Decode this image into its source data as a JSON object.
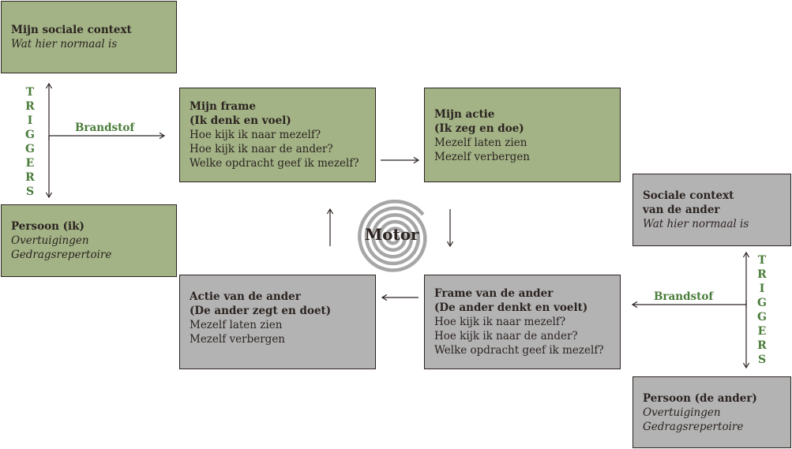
{
  "colors": {
    "green": "#a3b386",
    "gray": "#b3b3b3",
    "accent": "#4a7c3a"
  },
  "social_me": {
    "title": "Mijn sociale context",
    "sub": "Wat hier normaal is"
  },
  "person_me": {
    "title": "Persoon (ik)",
    "lines": [
      "Overtuigingen",
      "Gedragsrepertoire"
    ]
  },
  "frame_me": {
    "title": "Mijn frame",
    "subtitle": "(Ik denk en voel)",
    "lines": [
      "Hoe kijk ik naar mezelf?",
      "Hoe kijk ik naar de ander?",
      "Welke opdracht geef ik mezelf?"
    ]
  },
  "action_me": {
    "title": "Mijn actie",
    "subtitle": "(Ik zeg en doe)",
    "lines": [
      "Mezelf laten zien",
      "Mezelf verbergen"
    ]
  },
  "action_other": {
    "title": "Actie van de ander",
    "subtitle": "(De ander zegt en doet)",
    "lines": [
      "Mezelf laten zien",
      "Mezelf verbergen"
    ]
  },
  "frame_other": {
    "title": "Frame van de ander",
    "subtitle": "(De ander denkt en voelt)",
    "lines": [
      "Hoe kijk ik naar mezelf?",
      "Hoe kijk ik naar de ander?",
      "Welke opdracht geef ik mezelf?"
    ]
  },
  "social_other": {
    "title": "Sociale context",
    "title2": "van de ander",
    "sub": "Wat hier normaal is"
  },
  "person_other": {
    "title": "Persoon (de ander)",
    "lines": [
      "Overtuigingen",
      "Gedragsrepertoire"
    ]
  },
  "triggers": [
    "T",
    "R",
    "I",
    "G",
    "G",
    "E",
    "R",
    "S"
  ],
  "fuel_label": "Brandstof",
  "motor_label": "Motor"
}
